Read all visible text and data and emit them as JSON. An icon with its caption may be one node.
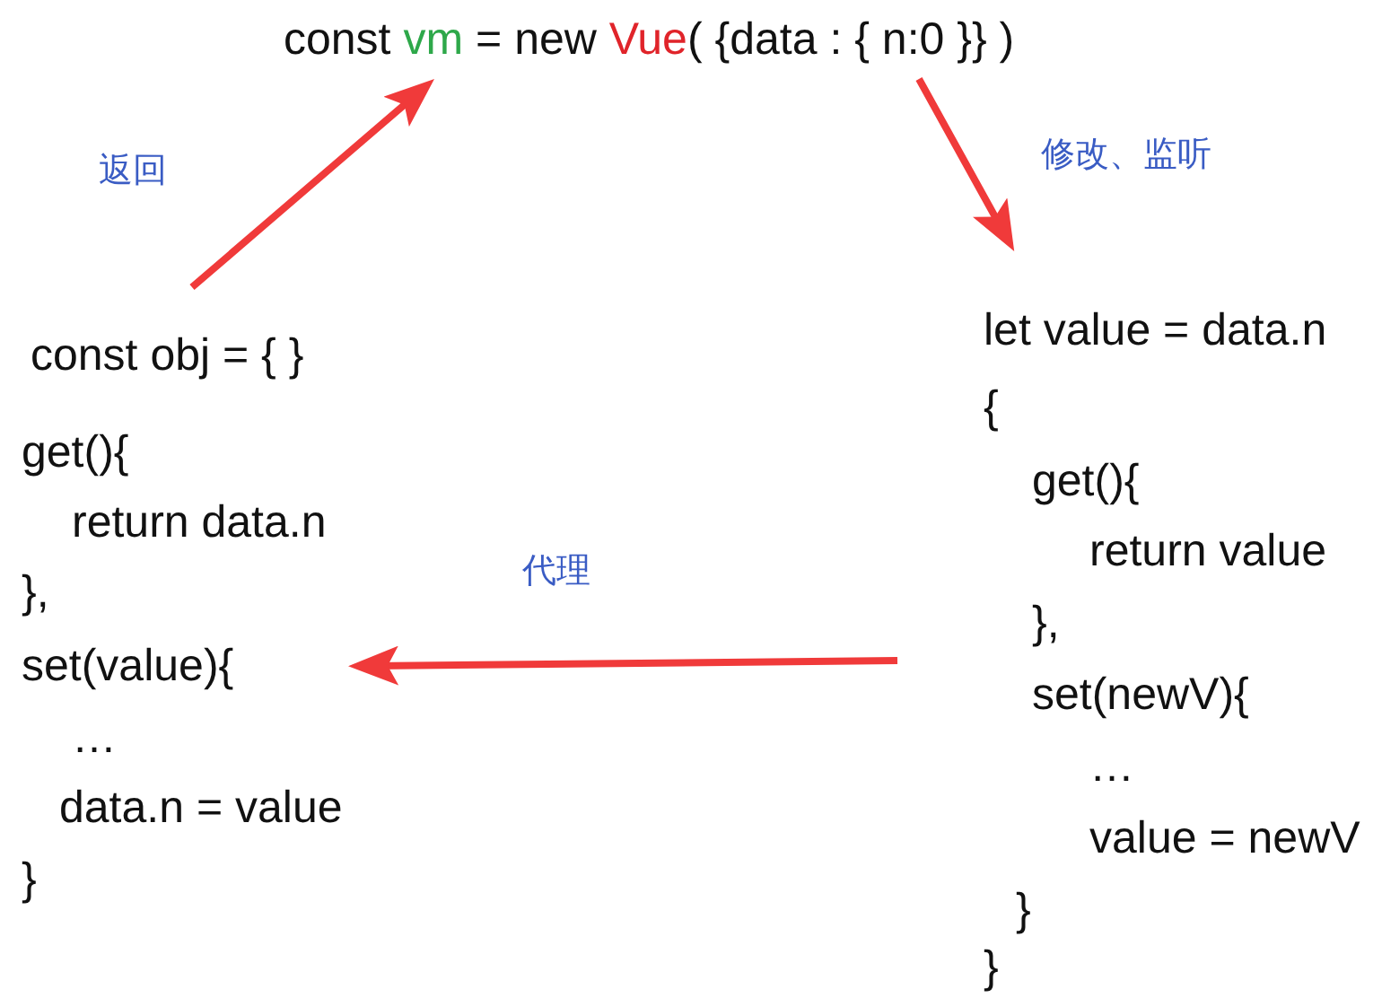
{
  "diagram": {
    "nodes": [
      {
        "text": [
          "const vm = new Vue( {data : { n:0 }} )"
        ]
      },
      {
        "text": [
          "const obj = { }",
          "get(){",
          "return data.n",
          "},",
          "set(value){",
          "…",
          "data.n = value",
          "}"
        ]
      },
      {
        "text": [
          "let value = data.n",
          "{",
          "get(){",
          "return value",
          "},",
          "set(newV){",
          "…",
          "value = newV",
          "}",
          "}"
        ]
      }
    ],
    "edges": [
      {
        "from": 1,
        "to": 0,
        "arrow": "to",
        "label": "返回"
      },
      {
        "from": 0,
        "to": 2,
        "arrow": "to",
        "label": "修改、监听"
      },
      {
        "from": 2,
        "to": 1,
        "arrow": "to",
        "label": "代理"
      }
    ]
  }
}
